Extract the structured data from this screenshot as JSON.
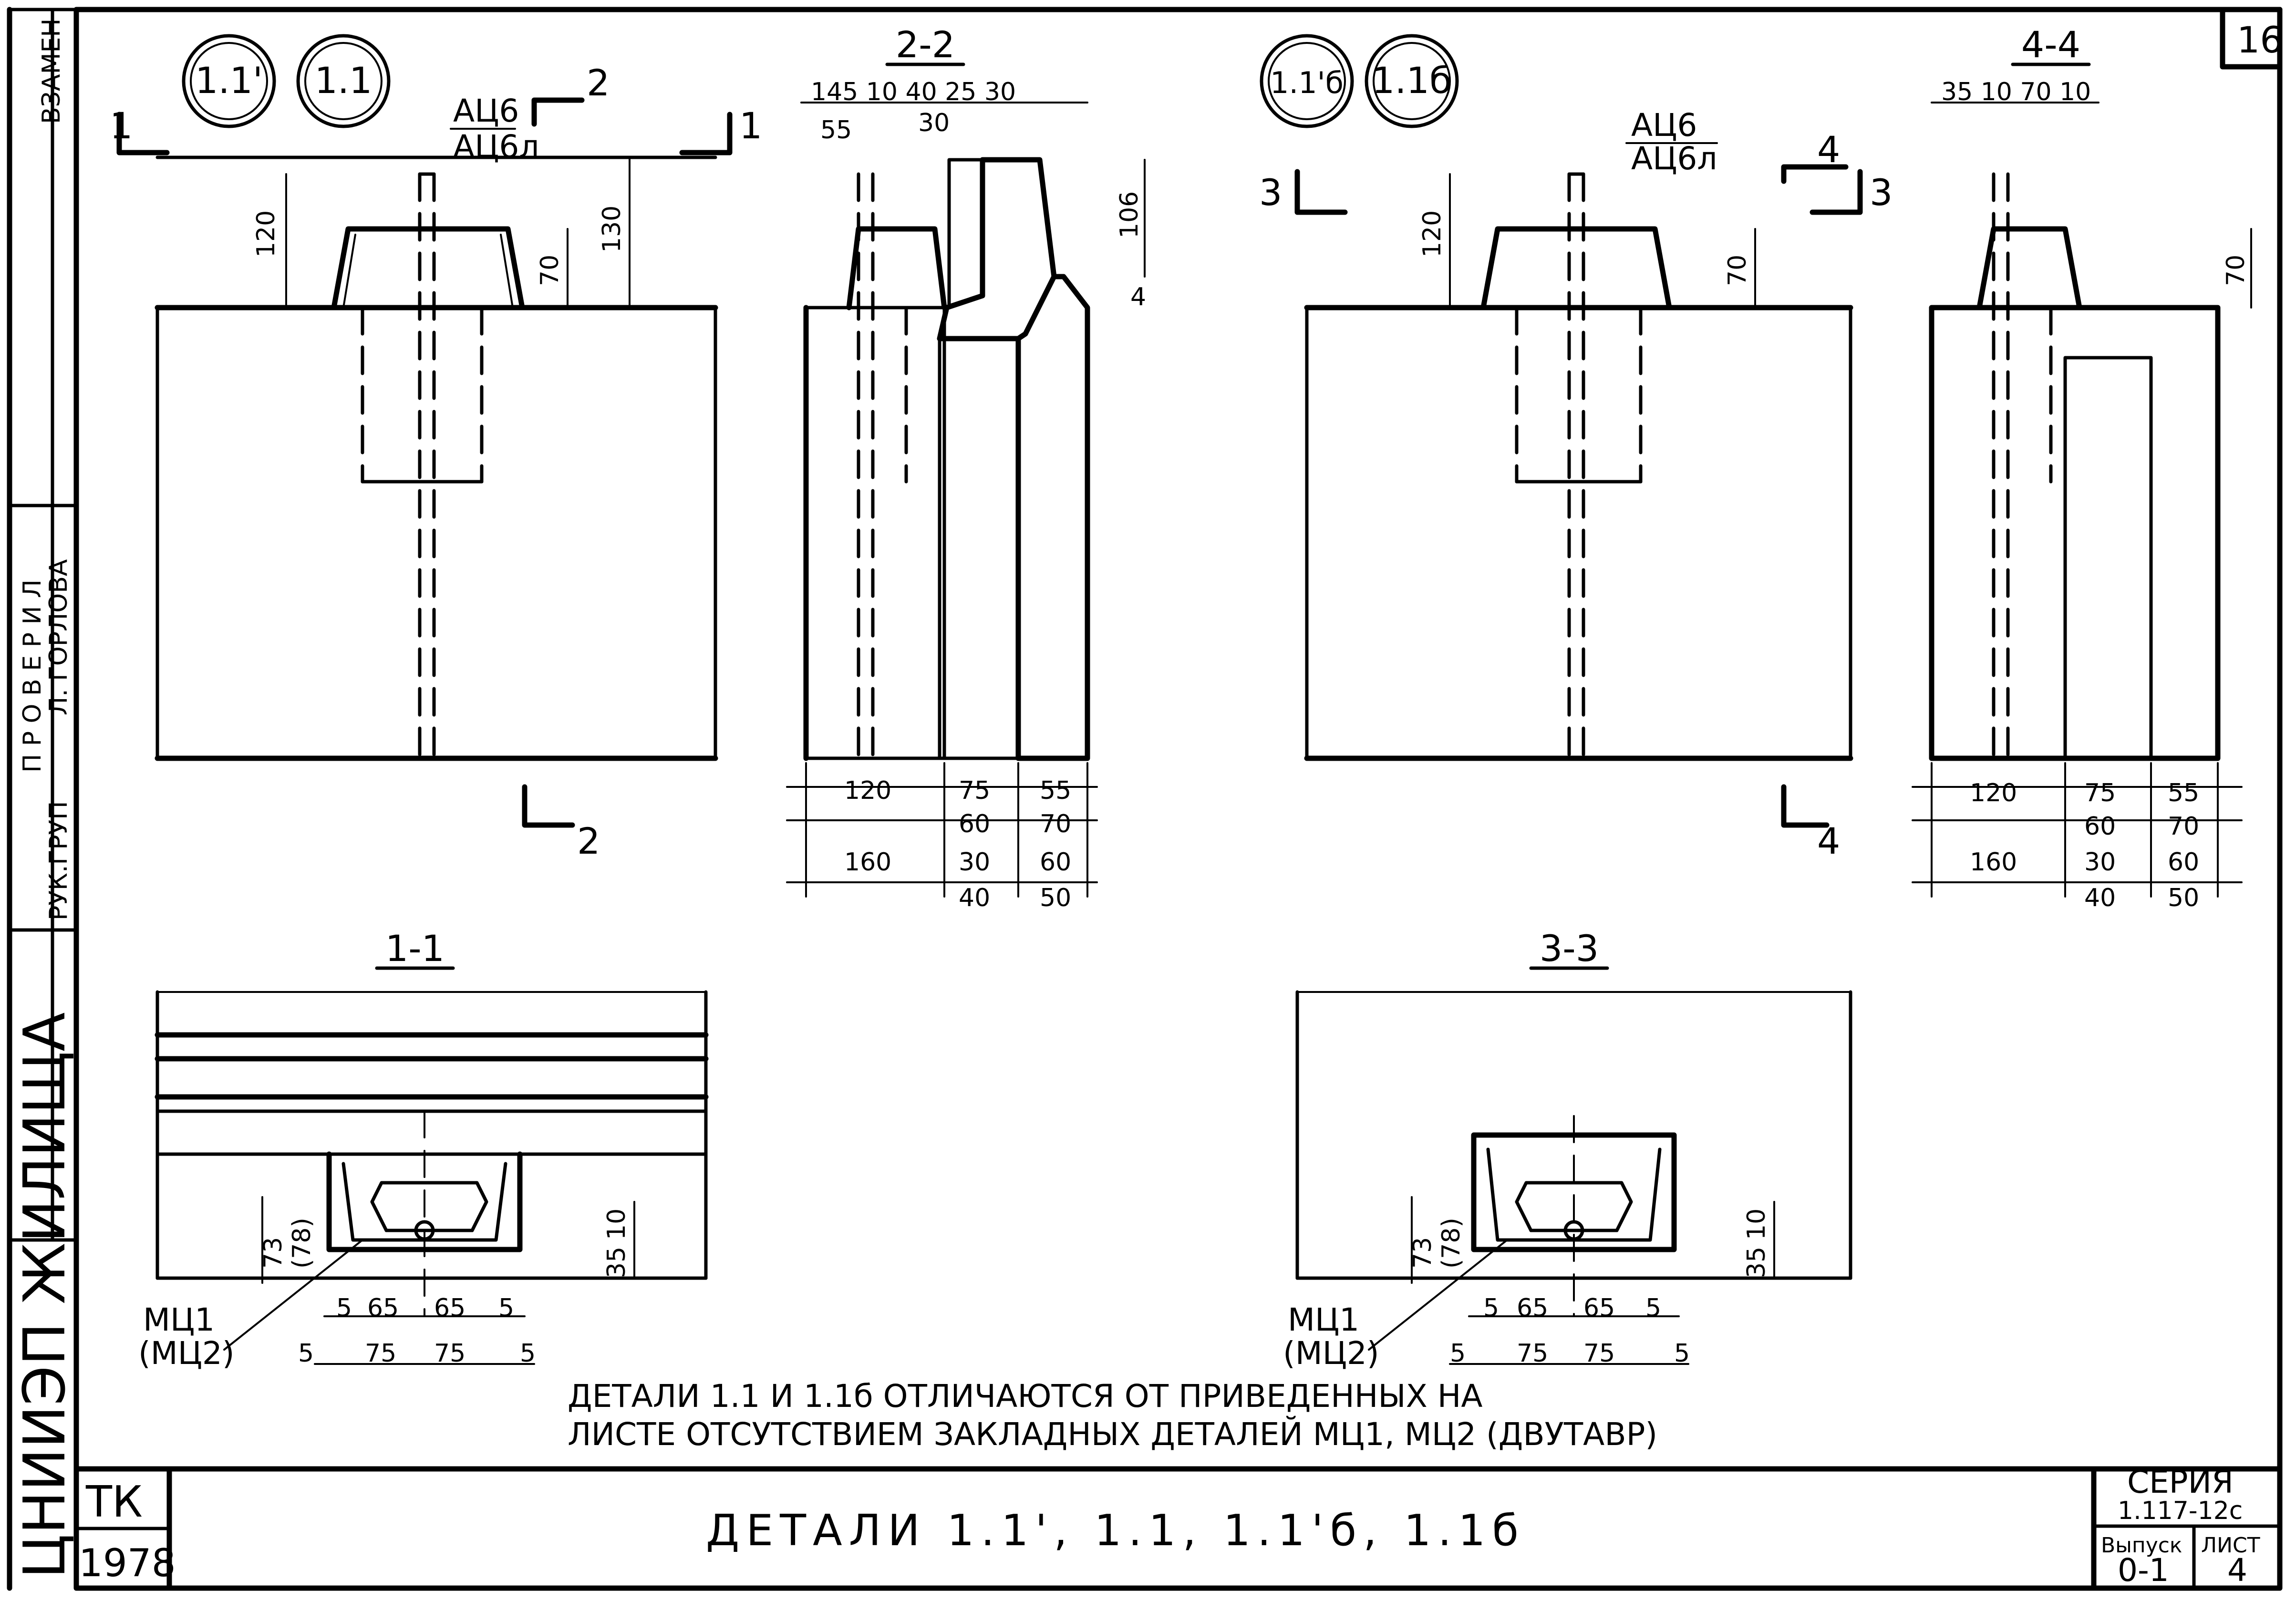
{
  "sheet": {
    "number": "16",
    "title": "ДЕТАЛИ   1.1', 1.1, 1.1'б, 1.1б",
    "note_line1": "ДЕТАЛИ 1.1 И 1.1б ОТЛИЧАЮТСЯ ОТ ПРИВЕДЕННЫХ НА",
    "note_line2": "ЛИСТЕ ОТСУТСТВИЕМ ЗАКЛАДНЫХ ДЕТАЛЕЙ МЦ1, МЦ2 (ДВУТАВР)"
  },
  "stamp": {
    "org": "ТК",
    "year": "1978",
    "series_label": "СЕРИЯ",
    "series_value": "1.117-12с",
    "issue_label": "Выпуск",
    "issue_value": "0-1",
    "list_label": "ЛИСТ",
    "list_value": "4"
  },
  "margin": {
    "vzamen": "ВЗАМЕН",
    "proveril": "П Р О В Е Р И Л",
    "name": "Л. ГОРЛОВА",
    "ruk_grup": "РУК.ГРУП",
    "institute": "ЦНИИЭП ЖИЛИЩА"
  },
  "markers": {
    "detail_a": "1.1'",
    "detail_b": "1.1",
    "detail_c": "1.1'б",
    "detail_d": "1.1б"
  },
  "sections": {
    "s11": "1-1",
    "s22": "2-2",
    "s33": "3-3",
    "s44": "4-4",
    "cut1": "1",
    "cut2": "2",
    "cut3": "3",
    "cut4": "4"
  },
  "labels": {
    "ac6": "АЦ6",
    "ac6l": "АЦ6л",
    "mc1": "МЦ1",
    "mc2": "(МЦ2)"
  },
  "dims": {
    "v120": "120",
    "v130": "130",
    "v70": "70",
    "v106": "106",
    "v4": "4",
    "v73": "73",
    "v78": "(78)",
    "v10": "10",
    "v35": "35",
    "v55": "55",
    "v30": "30",
    "top22": "145    10  40  25 30",
    "top44": "35 10  70    10",
    "row1": [
      "120",
      "75",
      "55"
    ],
    "row2": [
      "60",
      "70"
    ],
    "row3": [
      "160",
      "30",
      "60"
    ],
    "row4": [
      "40",
      "50"
    ],
    "bot_a": [
      "5",
      "65",
      "65",
      "5"
    ],
    "bot_b": [
      "5",
      "75",
      "75",
      "5"
    ]
  }
}
